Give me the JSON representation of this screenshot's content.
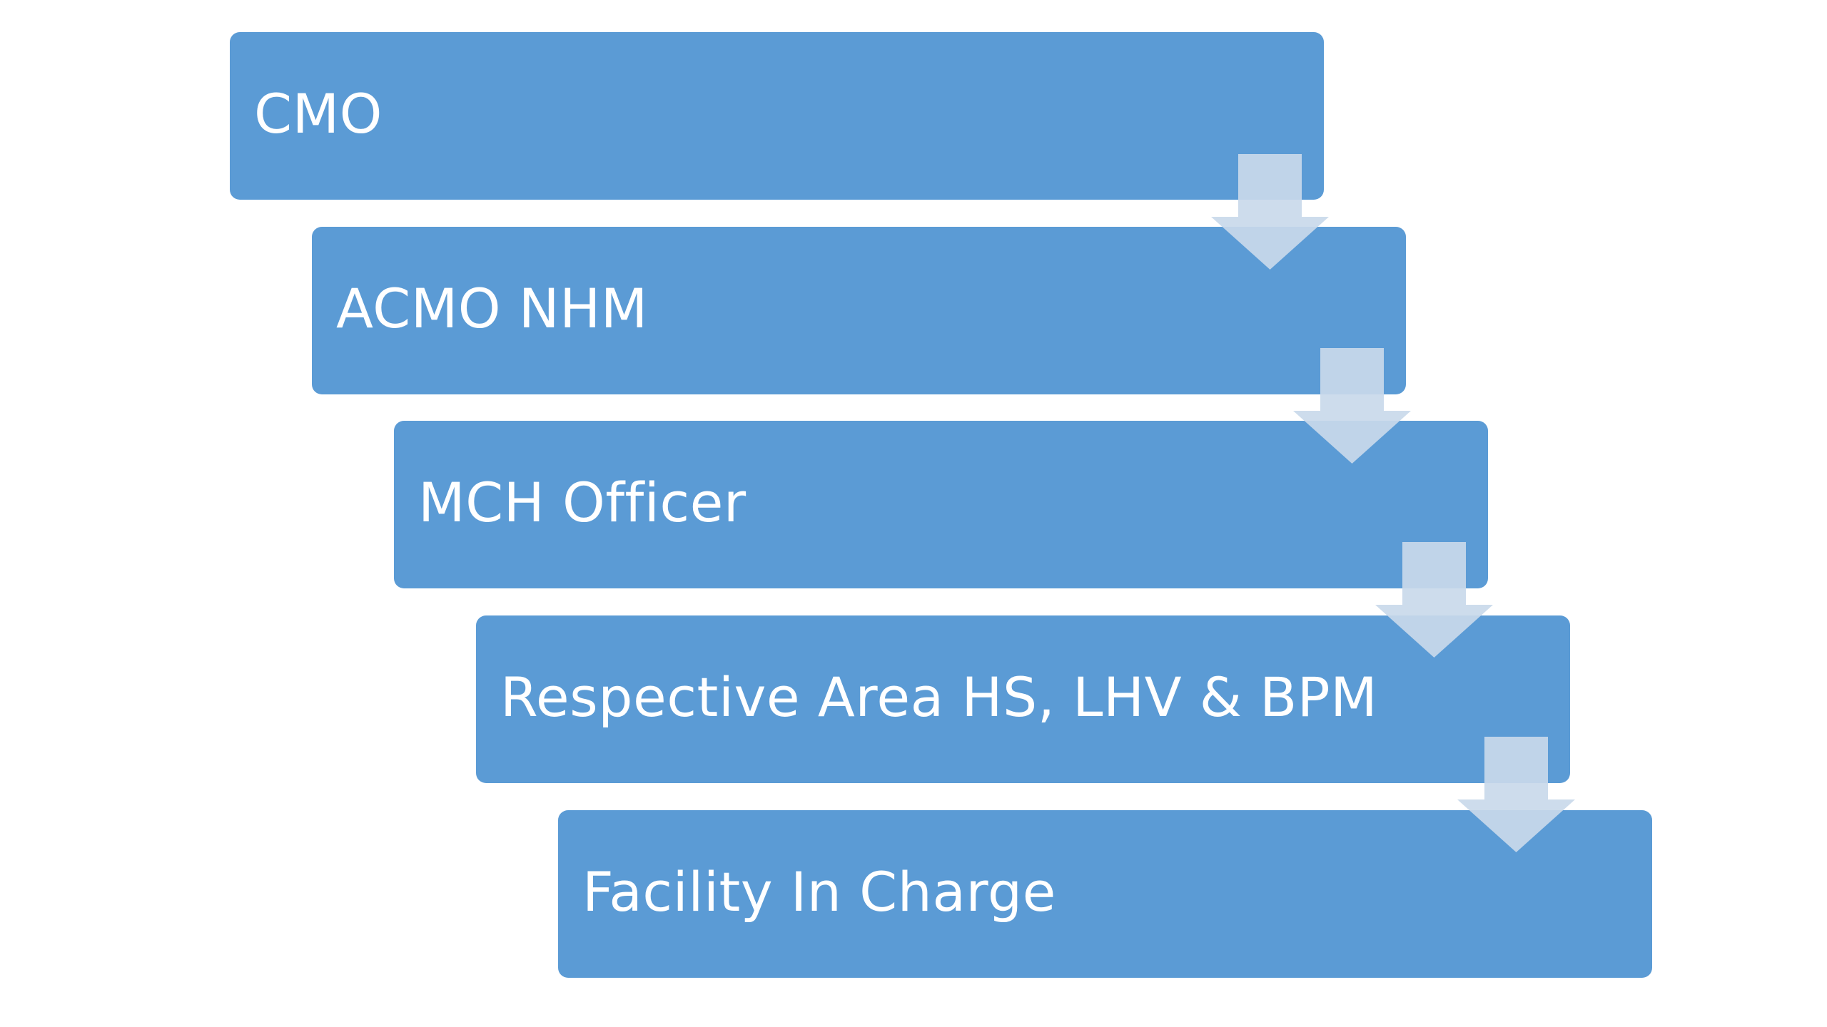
{
  "diagram": {
    "steps": [
      {
        "label": "CMO"
      },
      {
        "label": "ACMO NHM"
      },
      {
        "label": "MCH Officer"
      },
      {
        "label": "Respective Area HS, LHV & BPM"
      },
      {
        "label": "Facility In Charge"
      }
    ],
    "colors": {
      "box_fill": "#5b9bd5",
      "box_text": "#ffffff",
      "arrow_fill": "#c9d9ea"
    },
    "connector_icon": "down-arrow-icon"
  }
}
